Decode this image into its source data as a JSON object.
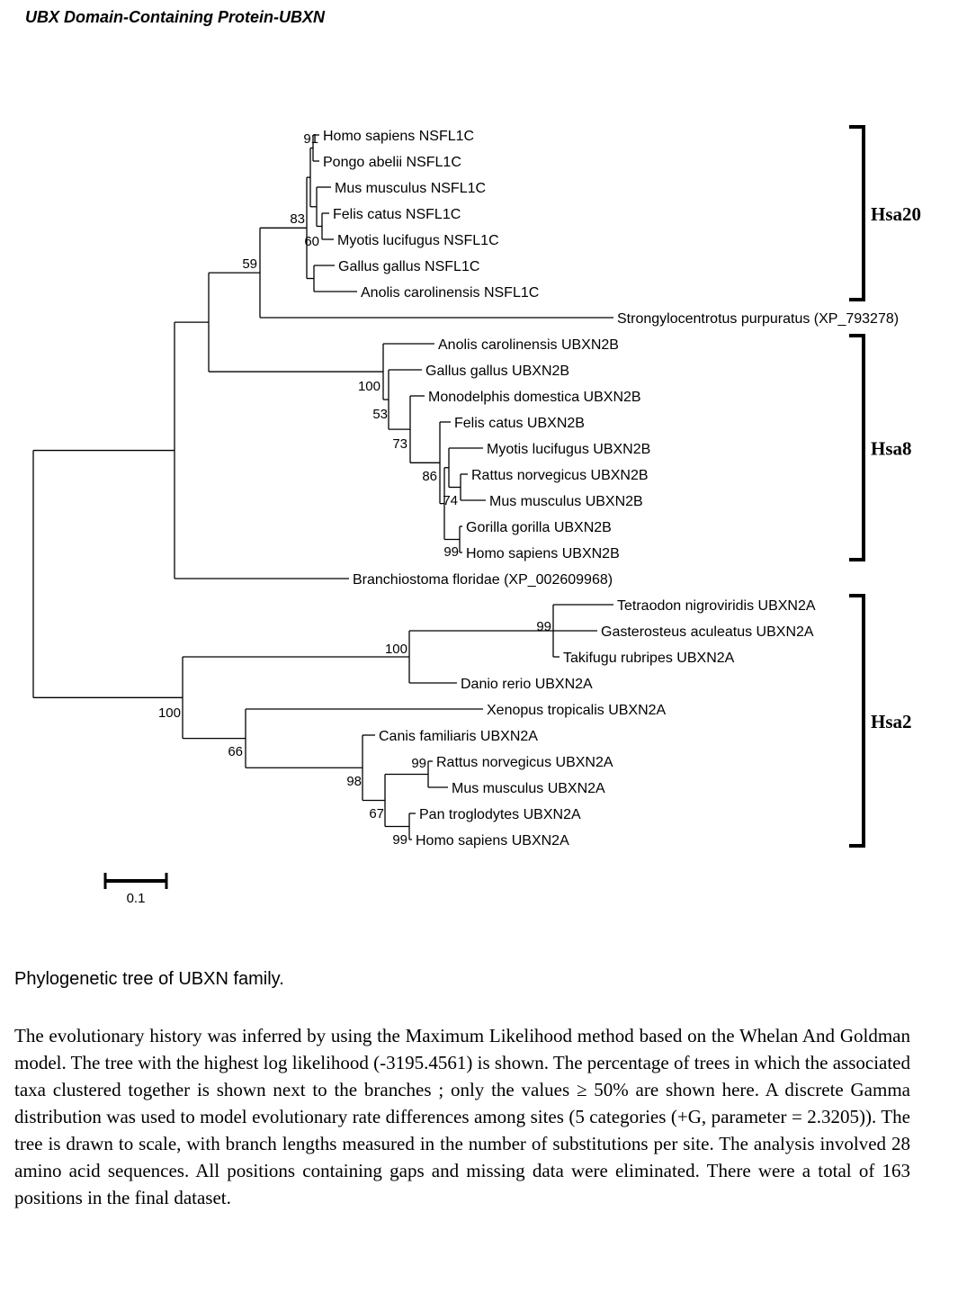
{
  "header": {
    "title": "UBX Domain-Containing Protein-UBXN"
  },
  "tree": {
    "taxa": [
      "Homo sapiens NSFL1C",
      "Pongo abelii NSFL1C",
      "Mus musculus NSFL1C",
      "Felis catus NSFL1C",
      "Myotis lucifugus NSFL1C",
      "Gallus gallus NSFL1C",
      "Anolis carolinensis NSFL1C",
      "Strongylocentrotus purpuratus (XP_793278)",
      "Anolis carolinensis UBXN2B",
      "Gallus gallus UBXN2B",
      "Monodelphis domestica UBXN2B",
      "Felis catus UBXN2B",
      "Myotis lucifugus UBXN2B",
      "Rattus norvegicus UBXN2B",
      "Mus musculus UBXN2B",
      "Gorilla gorilla UBXN2B",
      "Homo sapiens UBXN2B",
      "Branchiostoma floridae (XP_002609968)",
      "Tetraodon nigroviridis UBXN2A",
      "Gasterosteus aculeatus UBXN2A",
      "Takifugu rubripes UBXN2A",
      "Danio rerio UBXN2A",
      "Xenopus tropicalis UBXN2A",
      "Canis familiaris UBXN2A",
      "Rattus norvegicus UBXN2A",
      "Mus musculus UBXN2A",
      "Pan troglodytes UBXN2A",
      "Homo sapiens UBXN2A"
    ],
    "bootstrap": [
      "91",
      "83",
      "60",
      "59",
      "100",
      "53",
      "73",
      "86",
      "74",
      "99",
      "99",
      "100",
      "100",
      "66",
      "98",
      "99",
      "67",
      "99"
    ],
    "clades": [
      "Hsa20",
      "Hsa8",
      "Hsa2"
    ],
    "scale_bar": {
      "label": "0.1",
      "length": 0.1
    }
  },
  "caption": {
    "title": "Phylogenetic tree of UBXN family.",
    "body": "The evolutionary history was inferred by using the Maximum Likelihood method based on the Whelan And Goldman model. The tree with the highest log likelihood (-3195.4561) is shown. The percentage of trees in which the associated taxa clustered together is shown next to the branches ; only the values ≥ 50% are shown here. A discrete Gamma distribution was used to model evolutionary rate differences among sites (5 categories (+G, parameter = 2.3205)). The tree is drawn to scale, with branch lengths measured in the number of substitutions per site. The analysis involved 28 amino acid sequences. All positions containing gaps and missing data were eliminated. There were a total of 163 positions in the final dataset."
  }
}
